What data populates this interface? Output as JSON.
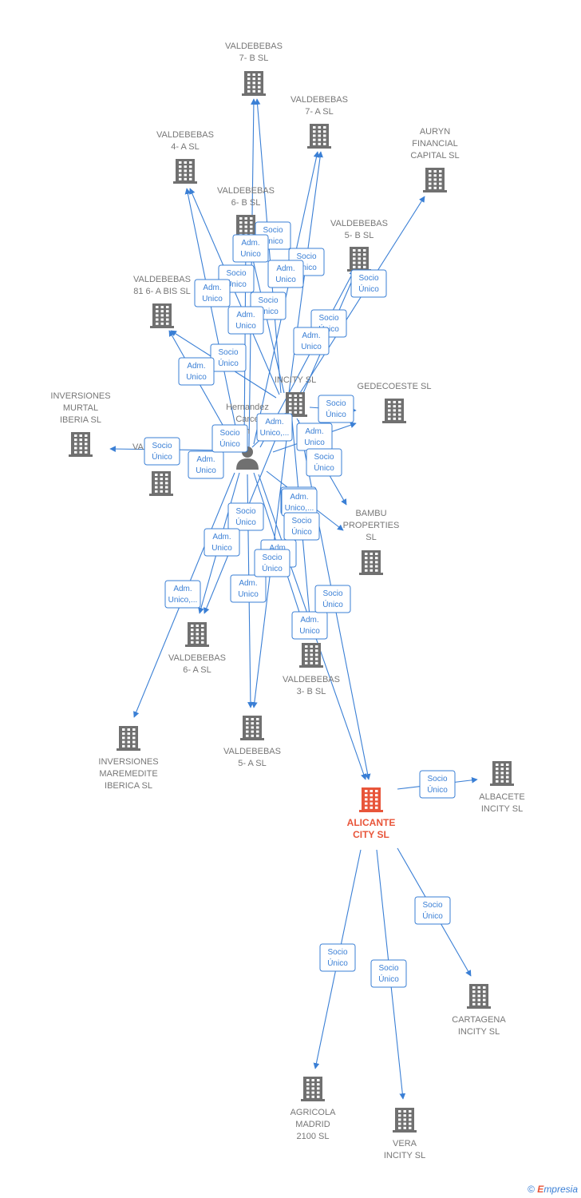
{
  "colors": {
    "edge": "#3a7fd5",
    "node": "#707070",
    "main_node": "#e8553a",
    "label": "#777777"
  },
  "watermark": {
    "symbol": "©",
    "brand_first": "E",
    "brand_rest": "mpresia"
  },
  "nodes": [
    {
      "id": "valdebebas7b",
      "type": "company",
      "lines": [
        "VALDEBEBAS",
        "7- B  SL"
      ]
    },
    {
      "id": "valdebebas7a",
      "type": "company",
      "lines": [
        "VALDEBEBAS",
        "7- A  SL"
      ]
    },
    {
      "id": "auryn",
      "type": "company",
      "lines": [
        "AURYN",
        "FINANCIAL",
        "CAPITAL  SL"
      ]
    },
    {
      "id": "valdebebas4a",
      "type": "company",
      "lines": [
        "VALDEBEBAS",
        "4- A  SL"
      ]
    },
    {
      "id": "valdebebas6b",
      "type": "company",
      "lines": [
        "VALDEBEBAS",
        "6- B  SL"
      ]
    },
    {
      "id": "valdebebas5b",
      "type": "company",
      "lines": [
        "VALDEBEBAS",
        "5- B  SL"
      ]
    },
    {
      "id": "valdebebas816abis",
      "type": "company",
      "lines": [
        "VALDEBEBAS",
        "81 6- A BIS  SL"
      ]
    },
    {
      "id": "incity",
      "type": "company",
      "lines": [
        "INCITY SL"
      ]
    },
    {
      "id": "gedecoeste",
      "type": "company",
      "lines": [
        "GEDECOESTE SL"
      ]
    },
    {
      "id": "murtal",
      "type": "company",
      "lines": [
        "INVERSIONES",
        "MURTAL",
        "IBERIA  SL"
      ]
    },
    {
      "id": "val_hidden",
      "type": "company",
      "lines": [
        "VAL"
      ]
    },
    {
      "id": "person",
      "type": "person",
      "lines": [
        "Hernandez",
        "Carce",
        "n"
      ]
    },
    {
      "id": "bambu",
      "type": "company",
      "lines": [
        "BAMBU",
        "PROPERTIES",
        "SL"
      ]
    },
    {
      "id": "valdebebas6a",
      "type": "company",
      "lines": [
        "VALDEBEBAS",
        "6- A  SL"
      ]
    },
    {
      "id": "valdebebas3b",
      "type": "company",
      "lines": [
        "VALDEBEBAS",
        "3- B  SL"
      ]
    },
    {
      "id": "maremedite",
      "type": "company",
      "lines": [
        "INVERSIONES",
        "MAREMEDITE",
        "IBERICA  SL"
      ]
    },
    {
      "id": "valdebebas5a",
      "type": "company",
      "lines": [
        "VALDEBEBAS",
        "5- A  SL"
      ]
    },
    {
      "id": "alicante",
      "type": "main",
      "lines": [
        "ALICANTE",
        "CITY  SL"
      ]
    },
    {
      "id": "albacete",
      "type": "company",
      "lines": [
        "ALBACETE",
        "INCITY  SL"
      ]
    },
    {
      "id": "cartagena",
      "type": "company",
      "lines": [
        "CARTAGENA",
        "INCITY  SL"
      ]
    },
    {
      "id": "agricola",
      "type": "company",
      "lines": [
        "AGRICOLA",
        "MADRID",
        "2100  SL"
      ]
    },
    {
      "id": "vera",
      "type": "company",
      "lines": [
        "VERA",
        "INCITY  SL"
      ]
    }
  ],
  "edges": [
    {
      "from": "person",
      "to": "valdebebas7b"
    },
    {
      "from": "incity",
      "to": "valdebebas7b"
    },
    {
      "from": "person",
      "to": "valdebebas7a"
    },
    {
      "from": "incity",
      "to": "valdebebas7a"
    },
    {
      "from": "incity",
      "to": "auryn"
    },
    {
      "from": "person",
      "to": "valdebebas4a"
    },
    {
      "from": "incity",
      "to": "valdebebas4a"
    },
    {
      "from": "person",
      "to": "valdebebas6b"
    },
    {
      "from": "incity",
      "to": "valdebebas6b"
    },
    {
      "from": "person",
      "to": "valdebebas5b"
    },
    {
      "from": "incity",
      "to": "valdebebas5b"
    },
    {
      "from": "person",
      "to": "valdebebas816abis"
    },
    {
      "from": "incity",
      "to": "valdebebas816abis"
    },
    {
      "from": "person",
      "to": "incity"
    },
    {
      "from": "incity",
      "to": "gedecoeste"
    },
    {
      "from": "person",
      "to": "gedecoeste"
    },
    {
      "from": "person",
      "to": "murtal"
    },
    {
      "from": "person",
      "to": "bambu"
    },
    {
      "from": "incity",
      "to": "bambu"
    },
    {
      "from": "person",
      "to": "valdebebas6a"
    },
    {
      "from": "incity",
      "to": "valdebebas6a"
    },
    {
      "from": "person",
      "to": "valdebebas3b"
    },
    {
      "from": "incity",
      "to": "valdebebas3b"
    },
    {
      "from": "person",
      "to": "maremedite"
    },
    {
      "from": "person",
      "to": "valdebebas5a"
    },
    {
      "from": "incity",
      "to": "valdebebas5a"
    },
    {
      "from": "person",
      "to": "alicante"
    },
    {
      "from": "incity",
      "to": "alicante"
    },
    {
      "from": "alicante",
      "to": "albacete"
    },
    {
      "from": "alicante",
      "to": "cartagena"
    },
    {
      "from": "alicante",
      "to": "agricola"
    },
    {
      "from": "alicante",
      "to": "vera"
    }
  ],
  "edge_labels": [
    {
      "lines": [
        "Socio",
        "Único"
      ]
    },
    {
      "lines": [
        "Adm.",
        "Unico"
      ]
    },
    {
      "lines": [
        "Socio",
        "Único"
      ]
    },
    {
      "lines": [
        "Adm.",
        "Unico"
      ]
    },
    {
      "lines": [
        "Socio",
        "Único"
      ]
    },
    {
      "lines": [
        "Socio",
        "Único"
      ]
    },
    {
      "lines": [
        "Adm.",
        "Unico"
      ]
    },
    {
      "lines": [
        "Socio",
        "Único"
      ]
    },
    {
      "lines": [
        "Adm.",
        "Unico"
      ]
    },
    {
      "lines": [
        "Socio",
        "Único"
      ]
    },
    {
      "lines": [
        "Adm.",
        "Unico"
      ]
    },
    {
      "lines": [
        "Socio",
        "Único"
      ]
    },
    {
      "lines": [
        "Adm.",
        "Unico"
      ]
    },
    {
      "lines": [
        "Socio",
        "Único"
      ]
    },
    {
      "lines": [
        "Adm.",
        "Unico,..."
      ]
    },
    {
      "lines": [
        "Adm.",
        "Unico"
      ]
    },
    {
      "lines": [
        "Socio",
        "Único"
      ]
    },
    {
      "lines": [
        "Adm.",
        "Unico,..."
      ]
    },
    {
      "lines": [
        "Adm.",
        "Unico"
      ]
    },
    {
      "lines": [
        "Socio",
        "Único"
      ]
    },
    {
      "lines": [
        "Adm.",
        "Unico,..."
      ]
    },
    {
      "lines": [
        "Socio",
        "Único"
      ]
    },
    {
      "lines": [
        "Socio",
        "Único"
      ]
    },
    {
      "lines": [
        "Adm.",
        "Unico"
      ]
    },
    {
      "lines": [
        "Adm.",
        "Unico"
      ]
    },
    {
      "lines": [
        "Socio",
        "Único"
      ]
    },
    {
      "lines": [
        "Adm.",
        "Unico,..."
      ]
    },
    {
      "lines": [
        "Adm.",
        "Unico"
      ]
    },
    {
      "lines": [
        "Socio",
        "Único"
      ]
    },
    {
      "lines": [
        "Adm.",
        "Unico"
      ]
    },
    {
      "lines": [
        "Socio",
        "Único"
      ]
    },
    {
      "lines": [
        "Socio",
        "Único"
      ]
    },
    {
      "lines": [
        "Socio",
        "Único"
      ]
    },
    {
      "lines": [
        "Socio",
        "Único"
      ]
    },
    {
      "lines": [
        "Socio",
        "Único"
      ]
    }
  ]
}
